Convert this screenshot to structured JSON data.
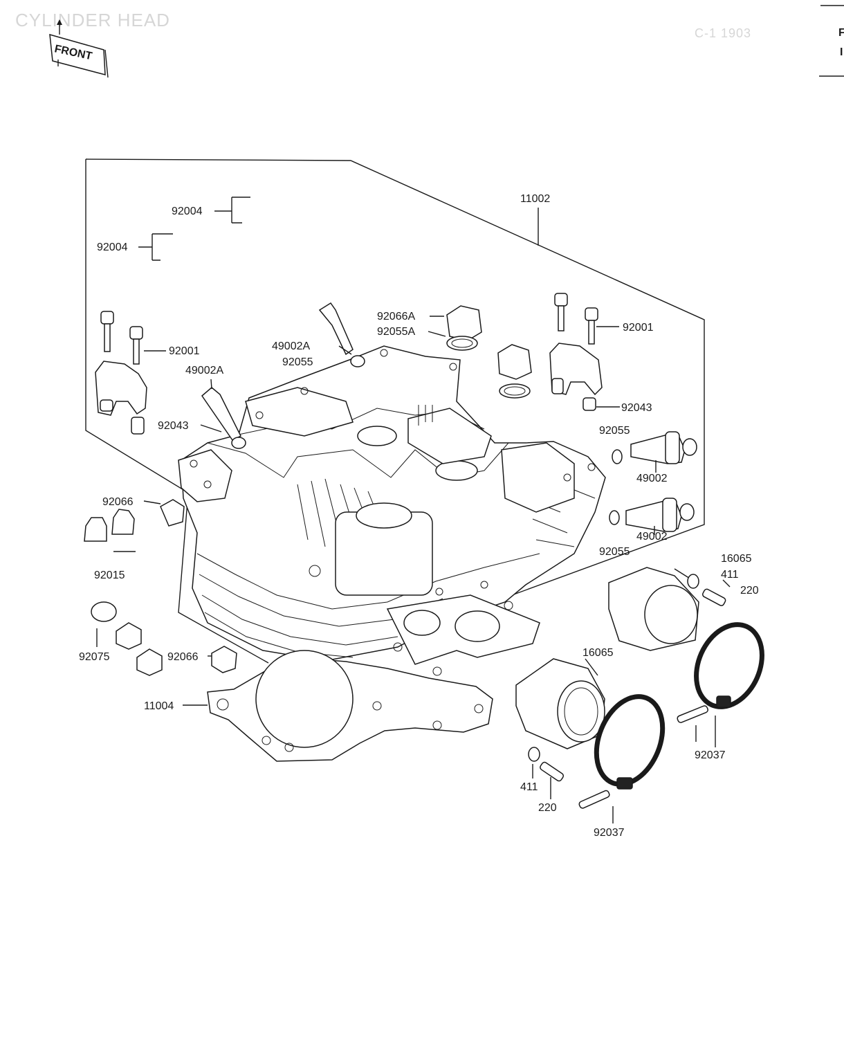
{
  "header": {
    "title": "CYLINDER HEAD",
    "ref_code": "C-1 1903",
    "front_label": "FRONT"
  },
  "parts": {
    "p11002": "11002",
    "p92004_a": "92004",
    "p92004_b": "92004",
    "p92001_left": "92001",
    "p92001_right": "92001",
    "p49002a_top": "49002A",
    "p92055_top": "92055",
    "p49002a_left": "49002A",
    "p92043_left": "92043",
    "p92043_right": "92043",
    "p92066a": "92066A",
    "p92055a": "92055A",
    "p92055_r1": "92055",
    "p49002_r1": "49002",
    "p49002_r2": "49002",
    "p92055_r2": "92055",
    "p92066_left": "92066",
    "p92015": "92015",
    "p92075": "92075",
    "p92066_bottom": "92066",
    "p11004": "11004",
    "p16065_top": "16065",
    "p411_top": "411",
    "p220_top": "220",
    "p16065_mid": "16065",
    "p411_bottom": "411",
    "p220_bottom": "220",
    "p92037_right": "92037",
    "p92037_bottom": "92037"
  }
}
